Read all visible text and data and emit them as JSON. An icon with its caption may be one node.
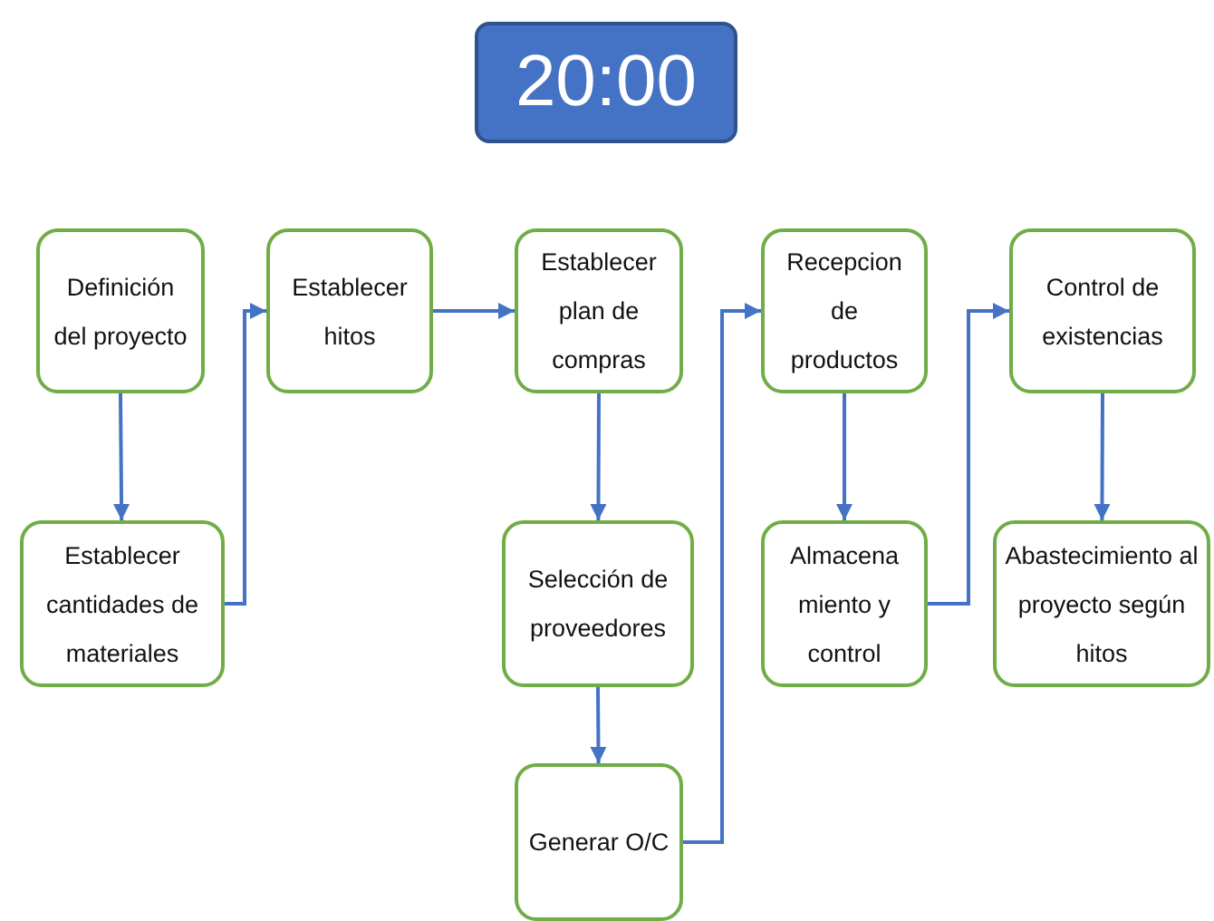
{
  "diagram": {
    "title": "20:00",
    "nodes": [
      {
        "text": [
          "Definición del proyecto"
        ]
      },
      {
        "text": [
          "Establecer cantidades de materiales"
        ]
      },
      {
        "text": [
          "Establecer hitos"
        ]
      },
      {
        "text": [
          "Establecer plan de compras"
        ]
      },
      {
        "text": [
          "Selección de proveedores"
        ]
      },
      {
        "text": [
          "Generar O/C"
        ]
      },
      {
        "text": [
          "Recepcion de productos"
        ]
      },
      {
        "text": [
          "Almacena miento y control"
        ]
      },
      {
        "text": [
          "Control de existencias"
        ]
      },
      {
        "text": [
          "Abastecimiento al proyecto según hitos"
        ]
      }
    ],
    "edges": [
      {
        "from": 0,
        "to": 1,
        "arrow": "to"
      },
      {
        "from": 1,
        "to": 2,
        "arrow": "to"
      },
      {
        "from": 2,
        "to": 3,
        "arrow": "to"
      },
      {
        "from": 3,
        "to": 4,
        "arrow": "to"
      },
      {
        "from": 4,
        "to": 5,
        "arrow": "to"
      },
      {
        "from": 5,
        "to": 6,
        "arrow": "to"
      },
      {
        "from": 6,
        "to": 7,
        "arrow": "to"
      },
      {
        "from": 7,
        "to": 8,
        "arrow": "to"
      },
      {
        "from": 8,
        "to": 9,
        "arrow": "to"
      }
    ]
  }
}
